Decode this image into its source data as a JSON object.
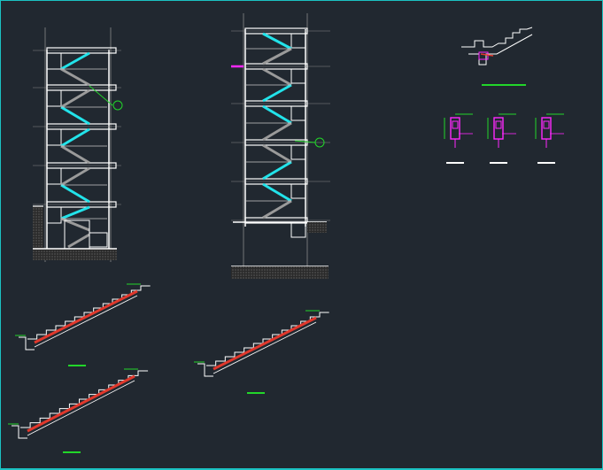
{
  "canvas": {
    "background": "#212830",
    "border_color": "#1bc2c2"
  },
  "layers": {
    "wall": "#ffffff",
    "wall_secondary": "#c9c9c9",
    "grid_line": "#8a8a8a",
    "stair_run_cyan": "#22e3ea",
    "stair_run_gray": "#9a9a9a",
    "rebar_magenta": "#ff28ff",
    "dimension_green": "#22d62a",
    "slab_red": "#e0382c",
    "hatch": "#6a6a6a"
  },
  "views": [
    {
      "id": "section-a",
      "kind": "stair-section"
    },
    {
      "id": "section-b",
      "kind": "stair-section"
    },
    {
      "id": "detail-step",
      "kind": "detail"
    },
    {
      "id": "detail-rebar-1",
      "kind": "rebar-detail"
    },
    {
      "id": "detail-rebar-2",
      "kind": "rebar-detail"
    },
    {
      "id": "detail-rebar-3",
      "kind": "rebar-detail"
    },
    {
      "id": "flight-1",
      "kind": "stair-flight"
    },
    {
      "id": "flight-2",
      "kind": "stair-flight"
    },
    {
      "id": "flight-3",
      "kind": "stair-flight"
    }
  ]
}
